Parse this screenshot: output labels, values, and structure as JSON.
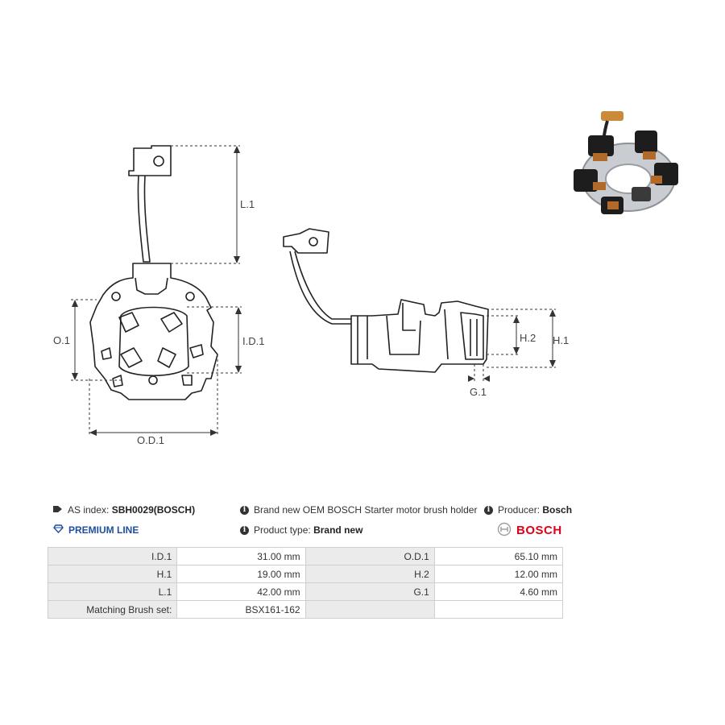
{
  "drawing": {
    "dimensions": {
      "l1": "L.1",
      "o1": "O.1",
      "id1": "I.D.1",
      "od1": "O.D.1",
      "h2": "H.2",
      "h1": "H.1",
      "g1": "G.1"
    }
  },
  "info": {
    "as_index_label": "AS index:",
    "as_index_value": "SBH0029(BOSCH)",
    "description": "Brand new OEM BOSCH Starter motor brush holder",
    "producer_label": "Producer:",
    "producer_value": "Bosch",
    "premium_line": "PREMIUM LINE",
    "product_type_label": "Product type:",
    "product_type_value": "Brand new",
    "brand": "BOSCH"
  },
  "specs": [
    {
      "l1": "I.D.1",
      "v1": "31.00 mm",
      "l2": "O.D.1",
      "v2": "65.10 mm"
    },
    {
      "l1": "H.1",
      "v1": "19.00 mm",
      "l2": "H.2",
      "v2": "12.00 mm"
    },
    {
      "l1": "L.1",
      "v1": "42.00 mm",
      "l2": "G.1",
      "v2": "4.60 mm"
    },
    {
      "l1": "Matching Brush set:",
      "v1": "BSX161-162",
      "l2": "",
      "v2": ""
    }
  ]
}
